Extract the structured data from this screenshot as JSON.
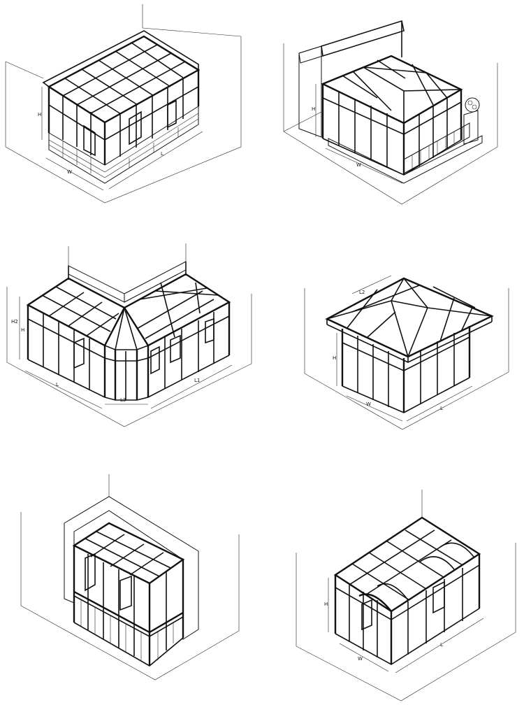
{
  "figures": [
    {
      "id": "fig1",
      "labels": {
        "h": "H",
        "w": "W",
        "l": "L"
      }
    },
    {
      "id": "fig2",
      "labels": {
        "h": "H",
        "w": "W"
      }
    },
    {
      "id": "fig3",
      "labels": {
        "h": "H",
        "h2": "H2",
        "l": "L",
        "l1": "L1",
        "l3": "L3"
      }
    },
    {
      "id": "fig4",
      "labels": {
        "h": "H",
        "w": "W",
        "l": "L",
        "l2": "L2"
      }
    },
    {
      "id": "fig5",
      "labels": {}
    },
    {
      "id": "fig6",
      "labels": {
        "h": "H",
        "w": "W",
        "l": "L"
      }
    }
  ]
}
